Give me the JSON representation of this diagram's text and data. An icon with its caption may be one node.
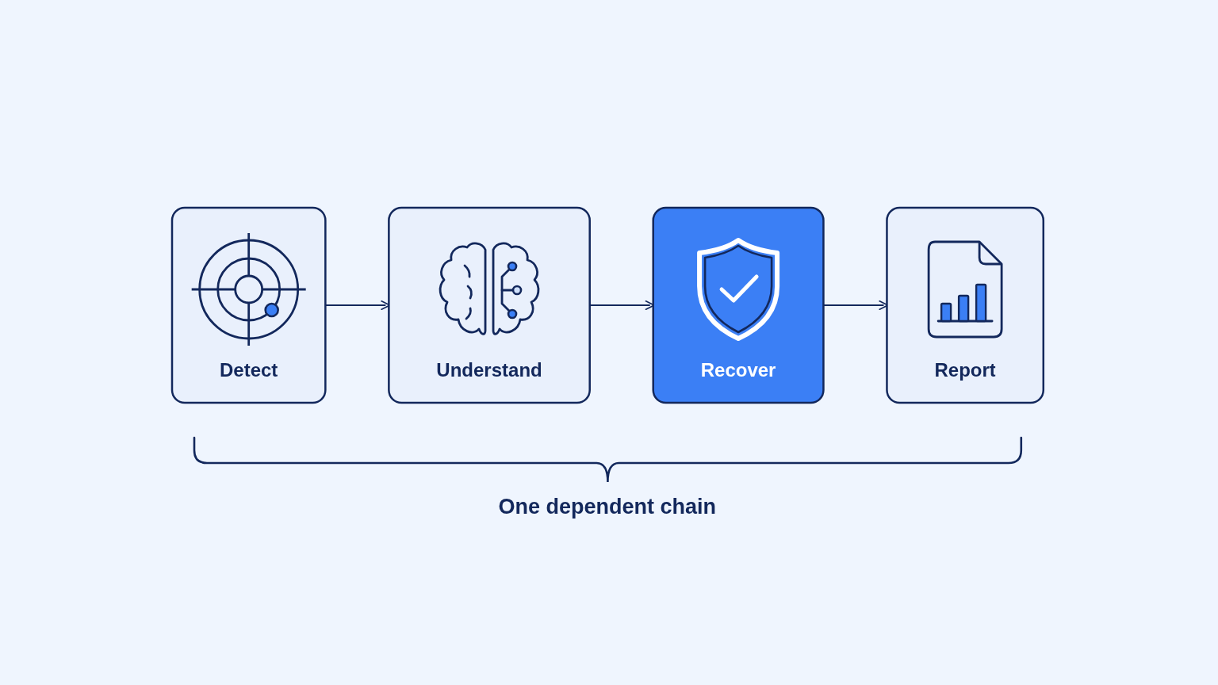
{
  "diagram": {
    "nodes": [
      {
        "text": [
          "Detect"
        ]
      },
      {
        "text": [
          "Understand"
        ]
      },
      {
        "text": [
          "Recover"
        ]
      },
      {
        "text": [
          "Report"
        ]
      }
    ],
    "edges": [
      {
        "from": 0,
        "to": 1,
        "arrow": "to"
      },
      {
        "from": 1,
        "to": 2,
        "arrow": "to"
      },
      {
        "from": 2,
        "to": 3,
        "arrow": "to"
      }
    ],
    "labels": [
      "One dependent chain"
    ]
  }
}
